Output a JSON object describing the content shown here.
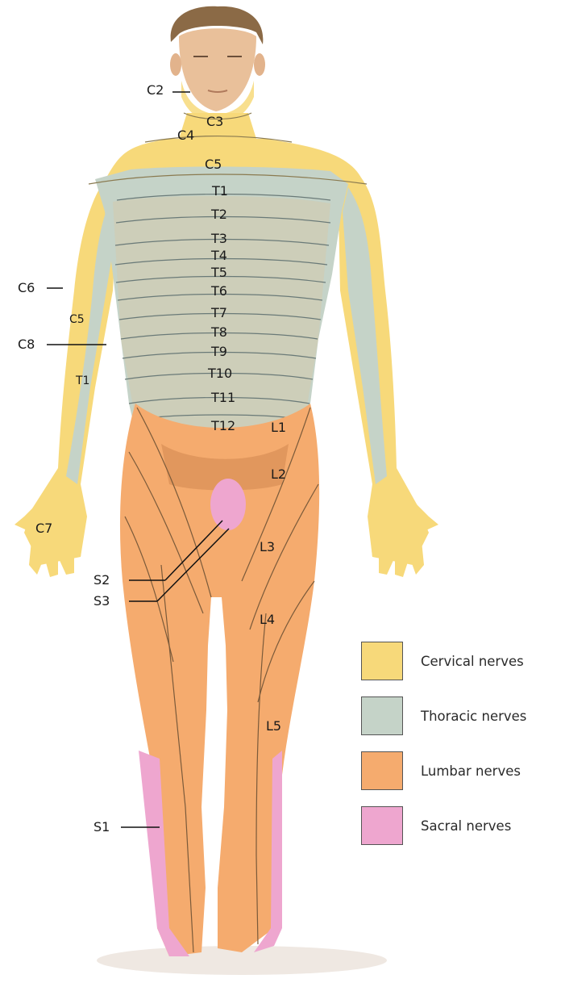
{
  "labels": {
    "c2": "C2",
    "c3": "C3",
    "c4": "C4",
    "c5": "C5",
    "t1": "T1",
    "t2": "T2",
    "t3": "T3",
    "t4": "T4",
    "t5": "T5",
    "t6": "T6",
    "t7": "T7",
    "t8": "T8",
    "t9": "T9",
    "t10": "T10",
    "t11": "T11",
    "t12": "T12",
    "c6": "C6",
    "c5_arm": "C5",
    "c8": "C8",
    "t1_arm": "T1",
    "c7": "C7",
    "l1": "L1",
    "l2": "L2",
    "l3": "L3",
    "l4": "L4",
    "l5": "L5",
    "s1": "S1",
    "s2": "S2",
    "s3": "S3"
  },
  "legend": [
    {
      "label": "Cervical nerves",
      "color": "#f7d97a"
    },
    {
      "label": "Thoracic nerves",
      "color": "#c5d3c8"
    },
    {
      "label": "Lumbar nerves",
      "color": "#f5ab6e"
    },
    {
      "label": "Sacral nerves",
      "color": "#eea6cf"
    }
  ],
  "colors": {
    "cervical": "#f7d97a",
    "thoracic": "#c5d3c8",
    "lumbar": "#f5ab6e",
    "sacral": "#eea6cf",
    "skin": "#e9c09a",
    "hair": "#8b6a46"
  }
}
